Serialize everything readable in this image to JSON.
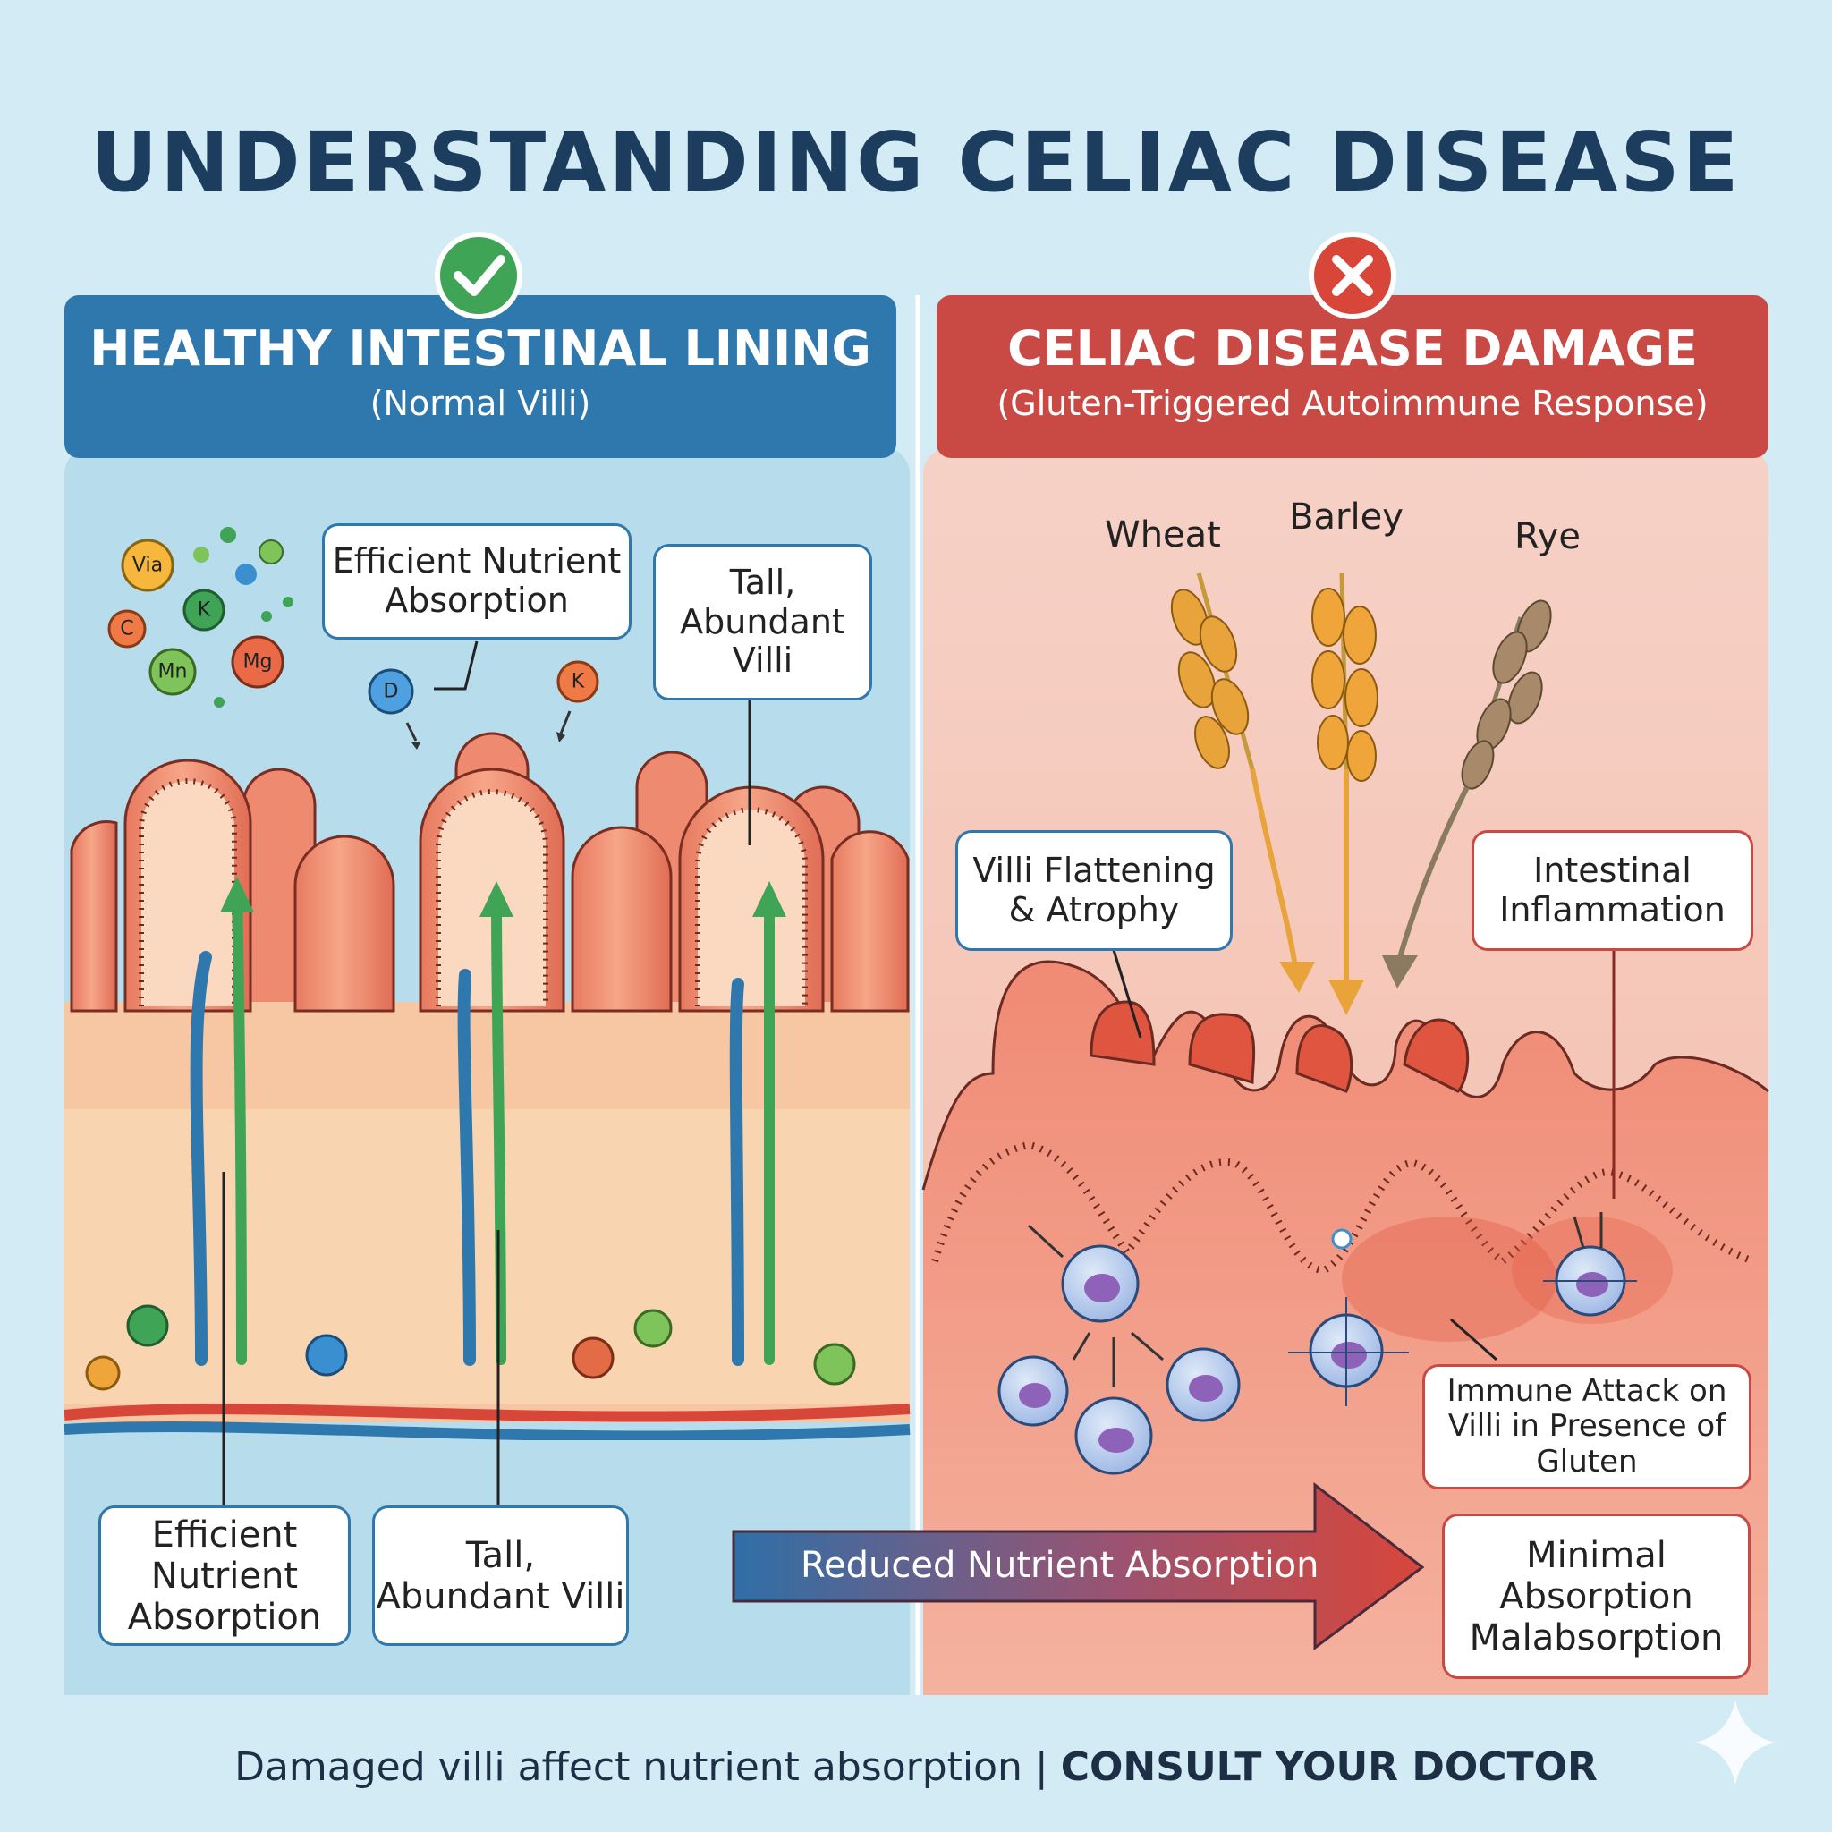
{
  "title": "UNDERSTANDING CELIAC DISEASE",
  "left_panel": {
    "heading": "HEALTHY INTESTINAL LINING",
    "subheading": "(Normal Villi)",
    "status_icon": "check-icon",
    "color": "#2f78ad",
    "nutrients": [
      "Via",
      "C",
      "K",
      "Mn",
      "Mg",
      "D",
      "K"
    ],
    "callouts": {
      "top_absorption": "Efficient Nutrient Absorption",
      "top_villi": "Tall, Abundant Villi",
      "bottom_absorption": "Efficient Nutrient Absorption",
      "bottom_villi": "Tall, Abundant Villi"
    }
  },
  "right_panel": {
    "heading": "CELIAC DISEASE DAMAGE",
    "subheading": "(Gluten-Triggered Autoimmune Response)",
    "status_icon": "x-icon",
    "color": "#c94a45",
    "grains": [
      "Wheat",
      "Barley",
      "Rye"
    ],
    "callouts": {
      "flattening": "Villi Flattening & Atrophy",
      "inflammation": "Intestinal Inflammation",
      "immune_attack": "Immune Attack on Villi in Presence of Gluten",
      "minimal": "Minimal Absorption Malabsorption"
    }
  },
  "transition_arrow": "Reduced Nutrient Absorption",
  "footer": {
    "text": "Damaged villi affect nutrient absorption | ",
    "emphasis": "CONSULT YOUR DOCTOR"
  }
}
